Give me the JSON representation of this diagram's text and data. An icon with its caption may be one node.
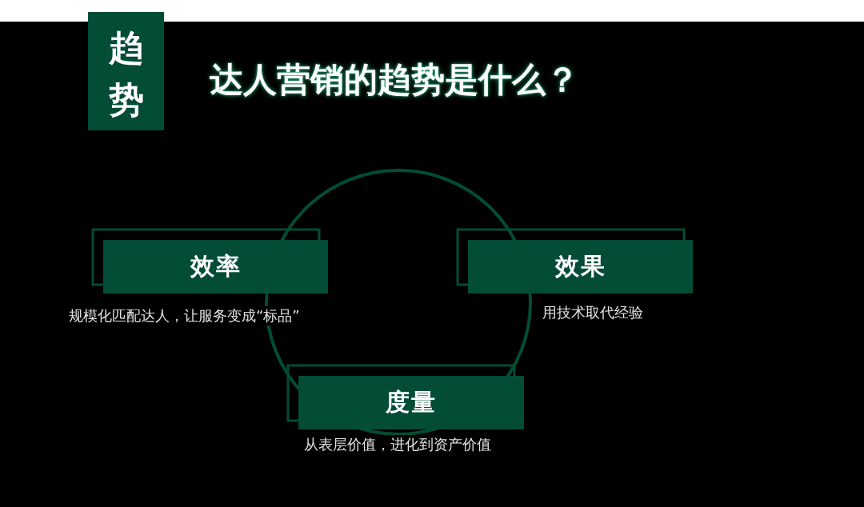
{
  "diagram": {
    "title": "达人营销的趋势是什么？",
    "nodes": [
      {
        "text": [
          "趋势"
        ]
      },
      {
        "text": [
          "效率"
        ],
        "beside": [
          "规模化匹配达人，让服务变成“标品”"
        ]
      },
      {
        "text": [
          "效果"
        ],
        "beside": [
          "用技术取代经验"
        ]
      },
      {
        "text": [
          "度量"
        ],
        "beside": [
          "从表层价值，进化到资产价值"
        ]
      }
    ]
  }
}
